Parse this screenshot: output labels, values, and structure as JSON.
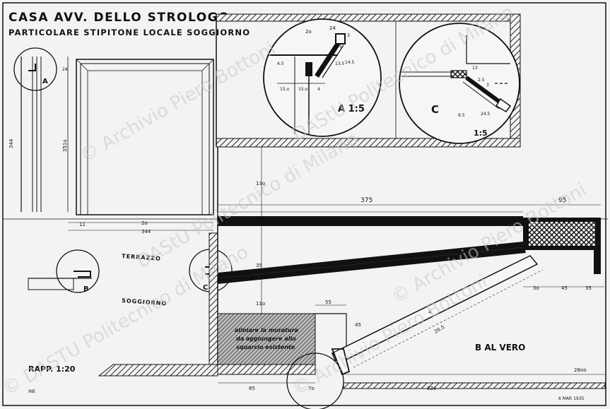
{
  "title": {
    "line1": "CASA AVV. DELLO STROLOGO",
    "line2": "PARTICOLARE STIPITONE LOCALE SOGGIORNO"
  },
  "details": {
    "a_marker": "A",
    "b_marker": "B",
    "c_marker": "C",
    "detail_a_label": "A 1:5",
    "detail_c_label": "C",
    "detail_c_scale": "1:5",
    "detail_b_label": "B AL VERO"
  },
  "rooms": {
    "terrace": "TERRAZZO",
    "living": "SOGGIORNO"
  },
  "note": {
    "line1": "aliniare la muratura",
    "line2": "da aggiungere allo",
    "line3": "squarcio esistente"
  },
  "scale_note": "RAPP. 1:20",
  "date": "6 MAR 1935",
  "drawing_ref": "INE",
  "dimensions": {
    "d375": "375",
    "d95": "95",
    "d130": "13o",
    "d35": "35",
    "d110": "11o",
    "d55": "55",
    "d45": "45",
    "d30": "3o",
    "d45b": "45",
    "d35b": "35",
    "d265": "26.5",
    "d4": "4",
    "d85": "85",
    "d70": "7o",
    "d220": "22o",
    "d280": "28oo",
    "d20": "2o",
    "d344": "344",
    "d11": "11",
    "d351": "351o",
    "d344v": "344",
    "d24": "24",
    "dA20": "2o",
    "dA24": "24",
    "dA3": "3",
    "dA5": "5",
    "dA145": "14.5",
    "dA135": "13.5",
    "dA15a": "15.o",
    "dA15b": "15.o",
    "dA4": "4",
    "dA45": "4.5",
    "dC13": "13",
    "dC25": "2.5",
    "dC245": "24.5",
    "dC3": "3",
    "dC9": "9.5"
  },
  "watermarks": [
    "© DASTU Politecnico di Milano",
    "© Archivio Piero Bottoni",
    "DAStU Politecnico di Milano",
    "© Archivio Piero Bottoni",
    "DAStU Politecnico di Milano",
    "© Archivio Piero Bottoni"
  ]
}
